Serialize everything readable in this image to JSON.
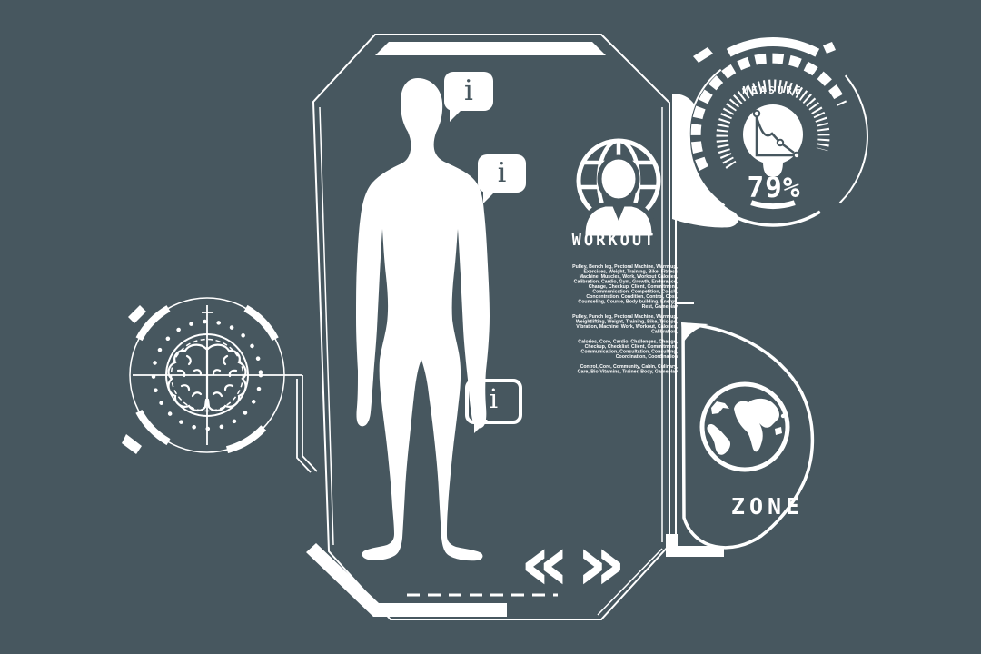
{
  "colors": {
    "background": "#47575F",
    "foreground": "#FFFFFF"
  },
  "main_panel": {
    "info_markers": [
      {
        "label": "i"
      },
      {
        "label": "i"
      },
      {
        "label": "i"
      }
    ]
  },
  "workout": {
    "title": "WORKOUT",
    "paragraphs": [
      "Pulley, Bench leg, Pectoral Machine, Warm up, Exercises, Weight, Training, Bike, Fitness Machine, Muscles, Work, Workout Calories, Calibration, Cardio, Gym, Growth, Endurance, Change, Checkup, Client, Commitment, Communication, Competition, Coach, Concentration, Condition, Control, Cost, Counseling, Course, Body-building, Energy, Rest, Gameplay",
      "Pulley, Punch leg, Pectoral Machine, Warm up, Weightlifting, Weight, Training, Bike, Triceps, Vibration, Machine, Work, Workout, Calories, Calibration,",
      "Calories, Core, Cardio, Challenges, Change, Checkup, Checklist, Client, Commitment, Communication, Consultation, Consulting, Coordination, Coordination",
      "Control, Core, Community, Cabin, Culinary, Care, Bio-Vitamins, Trainer, Body, Gameplay"
    ]
  },
  "measure": {
    "label": "MEASURE",
    "value": "79%"
  },
  "zone": {
    "label": "ZONE"
  },
  "navigation": {
    "previous": "«",
    "next": "»"
  }
}
